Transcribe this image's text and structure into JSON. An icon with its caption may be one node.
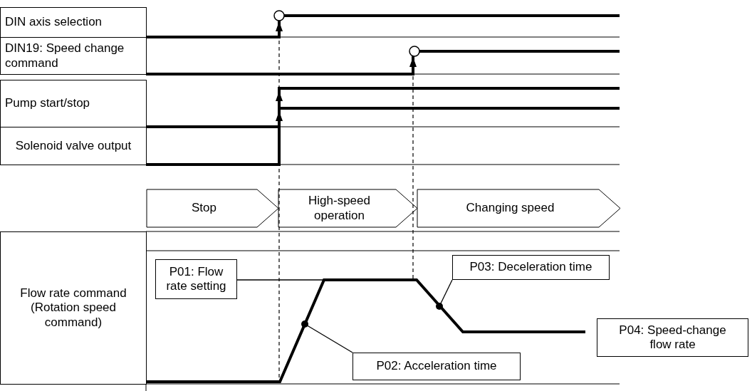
{
  "diagram": {
    "nodes": [
      {
        "text": [
          "DIN axis selection"
        ]
      },
      {
        "text": [
          "DIN19: Speed change command"
        ]
      },
      {
        "text": [
          "Pump start/stop"
        ]
      },
      {
        "text": [
          "Solenoid valve output"
        ]
      },
      {
        "text": [
          "Stop"
        ]
      },
      {
        "text": [
          "High-speed operation"
        ]
      },
      {
        "text": [
          "Changing speed"
        ]
      },
      {
        "text": [
          "Flow rate command (Rotation speed command)"
        ]
      },
      {
        "text": [
          "P01: Flow rate setting"
        ]
      },
      {
        "text": [
          "P02: Acceleration time"
        ]
      },
      {
        "text": [
          "P03: Deceleration time"
        ]
      },
      {
        "text": [
          "P04: Speed-change flow rate"
        ]
      }
    ],
    "edges": [
      {
        "from": 8,
        "to": null,
        "arrow": "none"
      },
      {
        "from": 9,
        "to": null,
        "arrow": "other"
      },
      {
        "from": 10,
        "to": null,
        "arrow": "other"
      }
    ]
  }
}
